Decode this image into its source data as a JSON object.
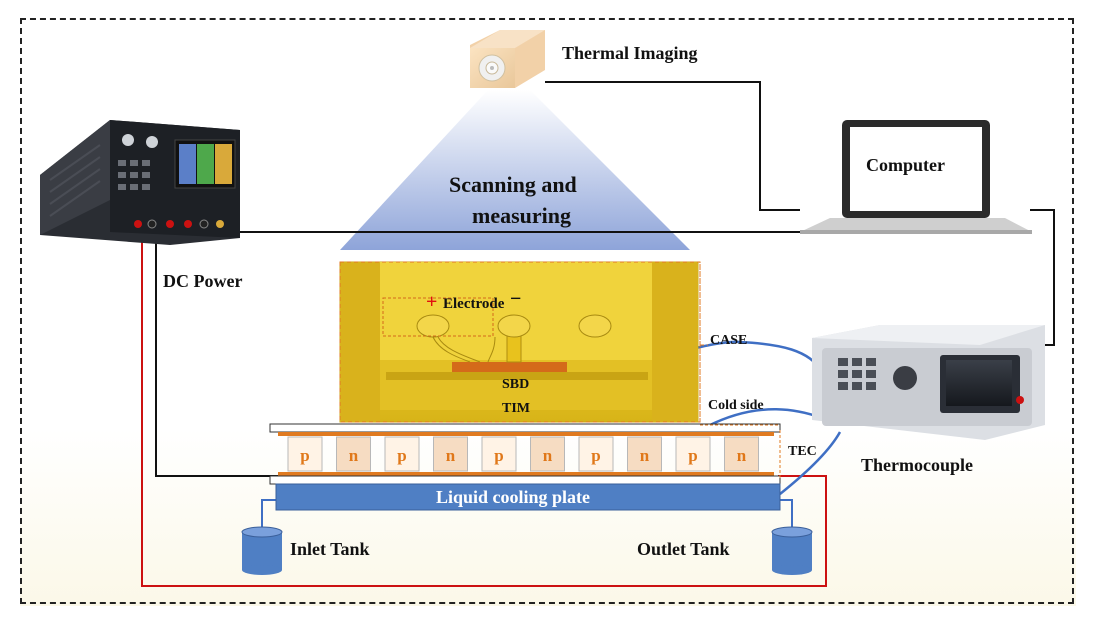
{
  "labels": {
    "thermal_imaging": "Thermal Imaging",
    "computer": "Computer",
    "scanning_line1": "Scanning and",
    "scanning_line2": "measuring",
    "dc_power": "DC Power",
    "electrode": "Electrode",
    "plus": "+",
    "minus": "−",
    "case": "CASE",
    "sbd": "SBD",
    "tim": "TIM",
    "cold_side": "Cold side",
    "tec": "TEC",
    "thermocouple": "Thermocouple",
    "liquid_cooling_plate": "Liquid cooling plate",
    "inlet_tank": "Inlet Tank",
    "outlet_tank": "Outlet Tank"
  },
  "tec_elements": [
    "p",
    "n",
    "p",
    "n",
    "p",
    "n",
    "p",
    "n",
    "p",
    "n"
  ],
  "colors": {
    "case_gold": "#e8c21d",
    "liquid_plate": "#4f7fc4",
    "tec_letter": "#e0781a",
    "power_wire_red": "#cc1111",
    "thermocouple_wire": "#3f6fc4",
    "projection_blue": "#90a8dc"
  }
}
